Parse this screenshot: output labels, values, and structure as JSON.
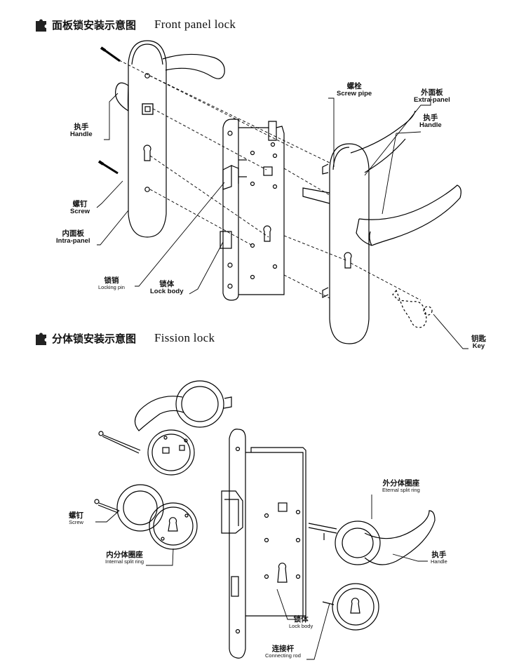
{
  "sections": {
    "front": {
      "zh": "面板锁安装示意图",
      "en": "Front panel lock"
    },
    "fission": {
      "zh": "分体锁安装示意图",
      "en": "Fission lock"
    }
  },
  "labels": {
    "handle_left": {
      "zh": "执手",
      "en": "Handle"
    },
    "screw_left": {
      "zh": "螺钉",
      "en": "Screw"
    },
    "intra_panel": {
      "zh": "内面板",
      "en": "Intra-panel"
    },
    "locking_pin": {
      "zh": "锁销",
      "en": "Locking pin"
    },
    "lock_body_1": {
      "zh": "锁体",
      "en": "Lock body"
    },
    "screw_pipe": {
      "zh": "螺栓",
      "en": "Screw pipe"
    },
    "extra_panel": {
      "zh": "外面板",
      "en": "Extra-panel"
    },
    "handle_right": {
      "zh": "执手",
      "en": "Handle"
    },
    "key": {
      "zh": "钥匙",
      "en": "Key"
    },
    "screw_2": {
      "zh": "螺钉",
      "en": "Screw"
    },
    "internal_ring": {
      "zh": "内分体圈座",
      "en": "Internal split ring"
    },
    "external_ring": {
      "zh": "外分体圈座",
      "en": "Eternal split ring"
    },
    "handle_2": {
      "zh": "执手",
      "en": "Handle"
    },
    "lock_body_2": {
      "zh": "锁体",
      "en": "Lock body"
    },
    "connecting_rod": {
      "zh": "连接杆",
      "en": "Connecting rod"
    }
  }
}
